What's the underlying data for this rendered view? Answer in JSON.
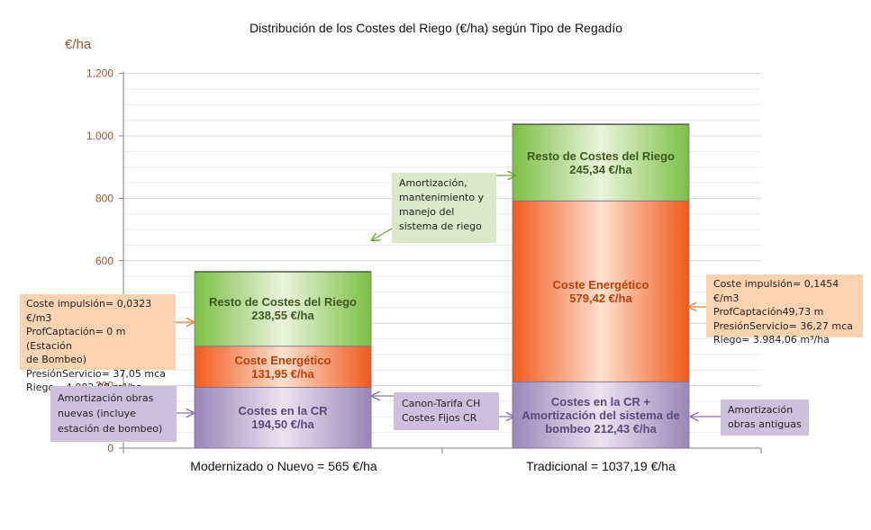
{
  "chart_data": {
    "type": "bar",
    "stacked": true,
    "title": "Distribución de los Costes del Riego (€/ha)  según Tipo de Regadío",
    "ylabel": "€/ha",
    "ylim": [
      0,
      1200
    ],
    "yticks": [
      0,
      200,
      400,
      600,
      800,
      1000,
      1200
    ],
    "ytick_labels": [
      "0",
      "200",
      "400",
      "600",
      "800",
      "1.000",
      "1.200"
    ],
    "grid": true,
    "categories": [
      "Modernizado  o Nuevo  = 565 €/ha",
      "Tradicional  = 1037,19 €/ha"
    ],
    "series": [
      {
        "color": "#9a86b8",
        "values": [
          194.5,
          212.43
        ],
        "labels": [
          "Costes  en la CR\n194,50 €/ha",
          "Costes  en la CR +\nAmortización del sistema  de\nbombeo 212,43 €/ha"
        ],
        "text_color": "#5a4a7a"
      },
      {
        "color": "#f06a2c",
        "values": [
          131.95,
          579.42
        ],
        "labels": [
          "Coste  Energético\n131,95 €/ha",
          "Coste  Energético\n579,42 €/ha"
        ],
        "text_color": "#b8400a"
      },
      {
        "color": "#7cbf45",
        "values": [
          238.55,
          245.34
        ],
        "labels": [
          "Resto  de Costes  del Riego\n238,55 €/ha",
          "Resto  de Costes  del Riego\n245,34 €/ha"
        ],
        "text_color": "#3c5a1e"
      }
    ]
  },
  "annotations": {
    "amortizacion_sistema": "Amortización,\nmantenimiento y\nmanejo del\nsistema de riego",
    "moderno_params": "Coste impulsión= 0,0323 €/m3\nProfCaptación= 0 m (Estación\nde Bombeo)\nPresiónServicio= 37,05 mca\nRiego= 4.082,08  m³/ha",
    "amortizacion_nuevas": "Amortización obras\nnuevas (incluye\nestación de bombeo)",
    "canon": "Canon-Tarifa CH\nCostes Fijos CR",
    "tradicional_params": "Coste impulsión= 0,1454 €/m3\nProfCaptación49,73 m\nPresiónServicio= 36,27 mca\nRiego= 3.984,06 m³/ha",
    "amortizacion_antiguas": "Amortización\nobras antiguas"
  },
  "colors": {
    "axis_text": "#a0522d",
    "green_note": "#d9e8c8",
    "orange_note": "#fbd3b0",
    "purple_note": "#ccc0dc",
    "grid": "#d9d9d9"
  }
}
